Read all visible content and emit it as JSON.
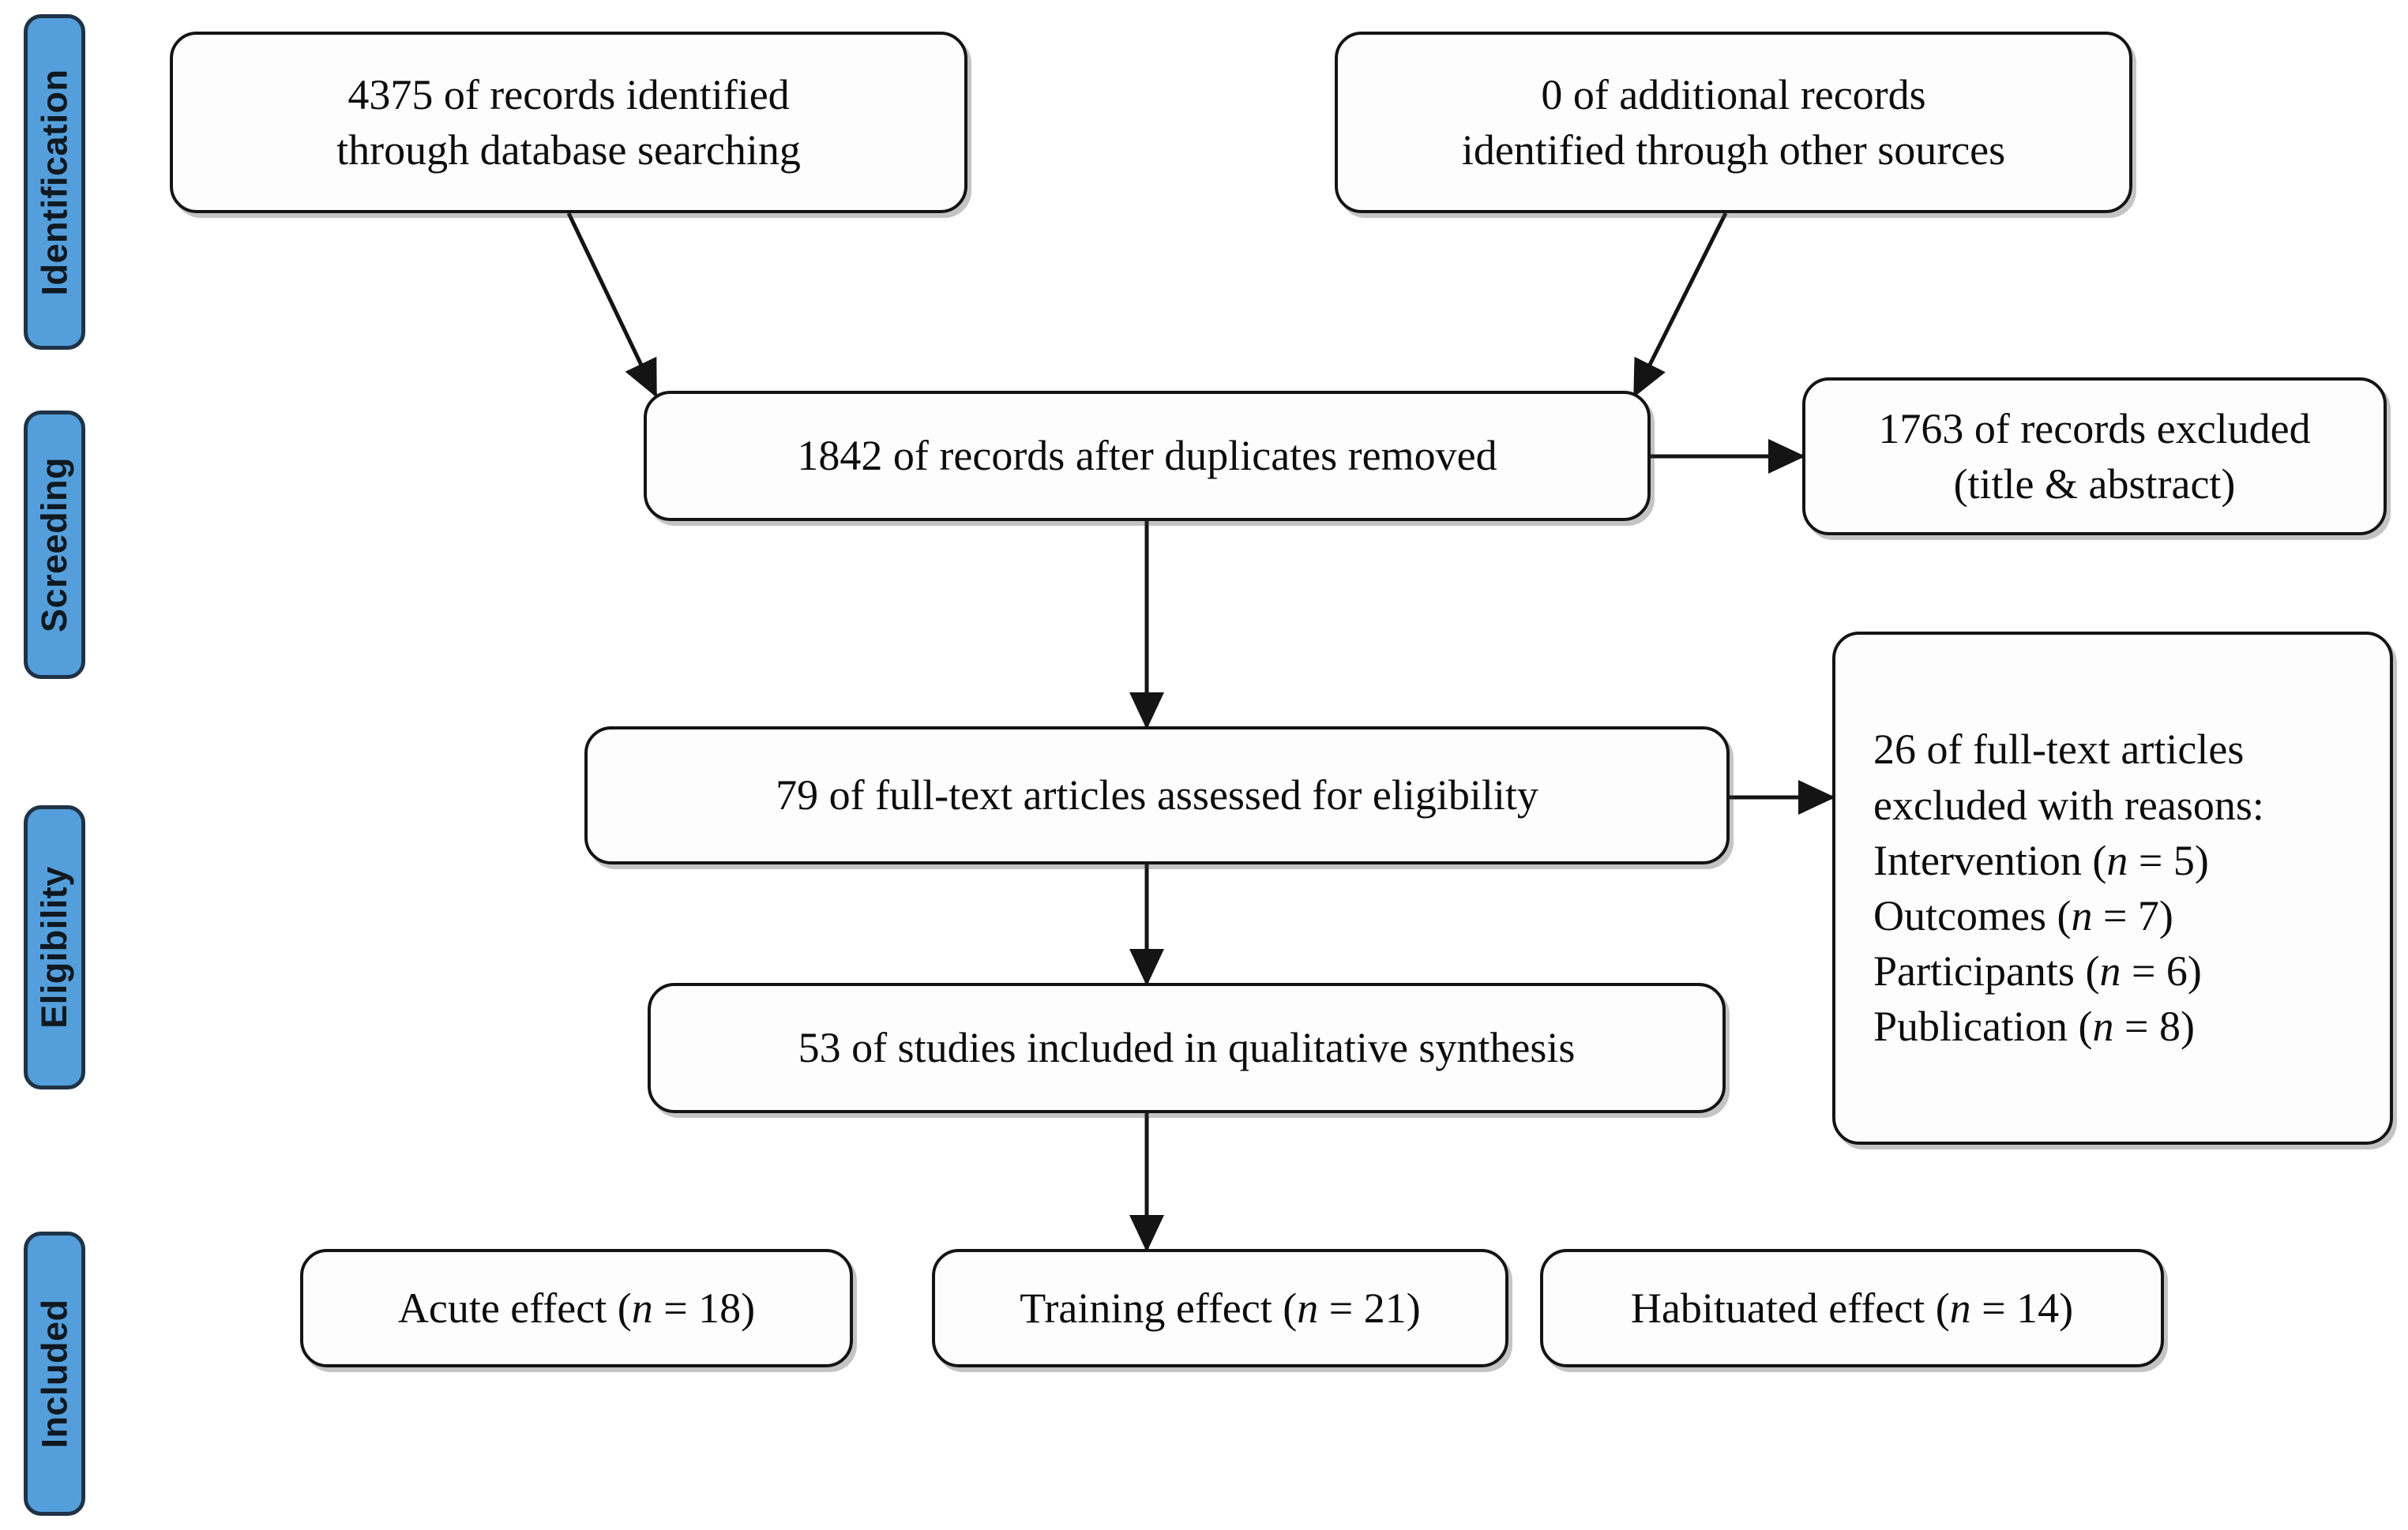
{
  "diagram": {
    "type": "prisma-flow-diagram",
    "stages": [
      {
        "id": "identification",
        "label": "Identification"
      },
      {
        "id": "screening",
        "label": "Screeding"
      },
      {
        "id": "eligibility",
        "label": "Eligibility"
      },
      {
        "id": "included",
        "label": "Included"
      }
    ],
    "boxes": {
      "database_records": {
        "line1": "4375 of records identified",
        "line2": "through database searching"
      },
      "other_records": {
        "line1": "0 of additional records",
        "line2": "identified through other sources"
      },
      "after_duplicates": {
        "line1": "1842 of records after duplicates removed"
      },
      "records_excluded": {
        "line1": "1763 of records excluded",
        "line2": "(title & abstract)"
      },
      "full_text_assessed": {
        "line1": "79 of full-text articles assessed for eligibility"
      },
      "full_text_excluded": {
        "line1": "26 of full-text articles",
        "line2": "excluded with reasons:",
        "reasons": [
          {
            "label": "Intervention",
            "n": "5"
          },
          {
            "label": "Outcomes",
            "n": "7"
          },
          {
            "label": "Participants",
            "n": "6"
          },
          {
            "label": "Publication",
            "n": "8"
          }
        ]
      },
      "qualitative_synthesis": {
        "line1": "53 of studies included in qualitative synthesis"
      },
      "acute_effect": {
        "label": "Acute effect",
        "n": "18"
      },
      "training_effect": {
        "label": "Training effect",
        "n": "21"
      },
      "habituated_effect": {
        "label": "Habituated effect",
        "n": "14"
      }
    },
    "colors": {
      "stage_fill": "#549FDB",
      "stage_border": "#1F3347",
      "box_border": "#141414",
      "box_fill": "#fdfdfd",
      "arrow": "#141414"
    }
  }
}
